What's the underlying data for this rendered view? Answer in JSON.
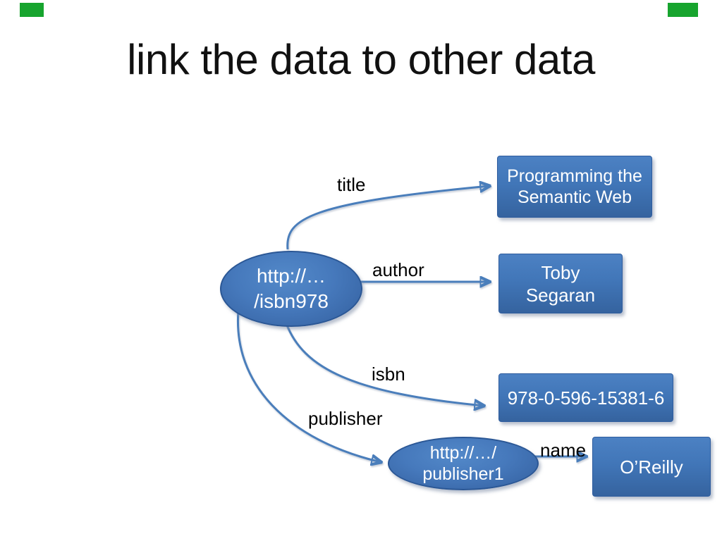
{
  "slide": {
    "title": "link the data to other data",
    "background_color": "#ffffff",
    "title_color": "#111111",
    "accent_color": "#17a42e",
    "arrow_color": "#4a7ebb",
    "node_fill_top": "#4c81c3",
    "node_fill_bottom": "#35639f",
    "node_border_color": "#2b5795",
    "node_text_color": "#ffffff"
  },
  "nodes": {
    "isbn_resource": {
      "shape": "ellipse",
      "lines": [
        "http://…",
        "/isbn978"
      ]
    },
    "book_title": {
      "shape": "rect",
      "lines": [
        "Programming the",
        "Semantic Web"
      ]
    },
    "author": {
      "shape": "rect",
      "lines": [
        "Toby",
        "Segaran"
      ]
    },
    "isbn_value": {
      "shape": "rect",
      "lines": [
        "978-0-596-15381-6"
      ]
    },
    "publisher_resource": {
      "shape": "ellipse",
      "lines": [
        "http://…/",
        "publisher1"
      ]
    },
    "publisher_name": {
      "shape": "rect",
      "lines": [
        "O’Reilly"
      ]
    }
  },
  "edge_labels": {
    "title": "title",
    "author": "author",
    "isbn": "isbn",
    "publisher": "publisher",
    "name": "name"
  }
}
